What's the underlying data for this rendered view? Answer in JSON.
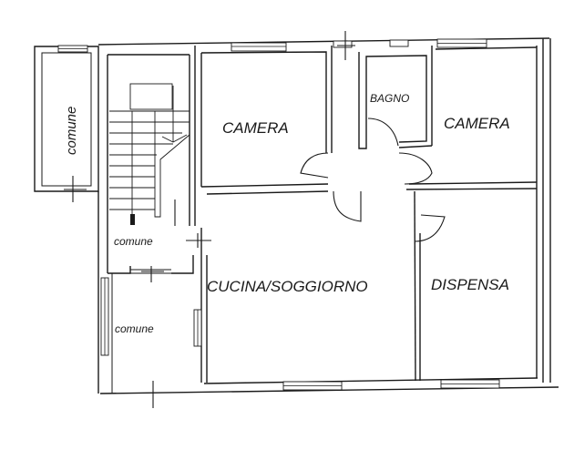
{
  "floor_plan": {
    "rooms": [
      {
        "id": "comune-left",
        "label": "comune",
        "orientation": "vertical"
      },
      {
        "id": "camera-1",
        "label": "CAMERA"
      },
      {
        "id": "bagno",
        "label": "BAGNO"
      },
      {
        "id": "camera-2",
        "label": "CAMERA"
      },
      {
        "id": "comune-stair",
        "label": "comune"
      },
      {
        "id": "cucina-soggiorno",
        "label": "CUCINA/SOGGIORNO"
      },
      {
        "id": "dispensa",
        "label": "DISPENSA"
      },
      {
        "id": "comune-bottom",
        "label": "comune"
      }
    ],
    "colors": {
      "ink": "#1a1a1a",
      "paper": "#ffffff"
    }
  }
}
